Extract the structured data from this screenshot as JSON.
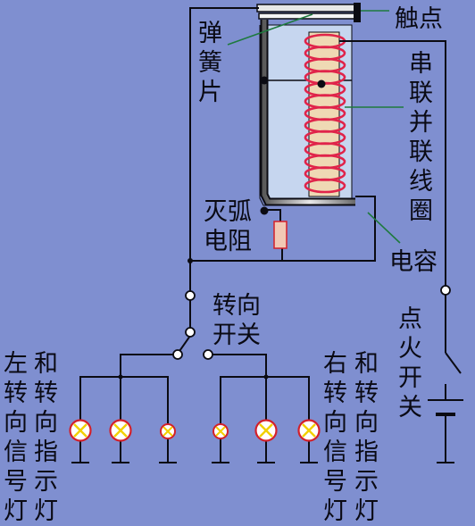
{
  "labels": {
    "contact": "触点",
    "spring": [
      "弹",
      "簧",
      "片"
    ],
    "coil": [
      "串",
      "联",
      "并",
      "联",
      "线",
      "圈"
    ],
    "arc_resistor": [
      "灭弧",
      "电阻"
    ],
    "capacitor": "电容",
    "turn_switch": [
      "转向",
      "开关"
    ],
    "ignition_switch": [
      "点",
      "火",
      "开",
      "关"
    ],
    "left_signal_lamp": [
      "左",
      "转",
      "向",
      "信",
      "号",
      "灯"
    ],
    "left_indicator_lamp": [
      "和",
      "转",
      "向",
      "指",
      "示",
      "灯"
    ],
    "right_signal_lamp": [
      "右",
      "转",
      "向",
      "信",
      "号",
      "灯"
    ],
    "right_indicator_lamp": [
      "和",
      "转",
      "向",
      "指",
      "示",
      "灯"
    ]
  },
  "colors": {
    "background": "#7f8fd0",
    "wire": "#0b0b12",
    "coil": "#e0244a",
    "lamp_ring": "#d3202a",
    "lamp_fill": "#ffffff",
    "lamp_cross": "#f2d000",
    "glass": "#c6d6ef",
    "bobbin": "#efd9b4",
    "resistor": "#f2c9b4",
    "leader": "#1e7a3e"
  }
}
